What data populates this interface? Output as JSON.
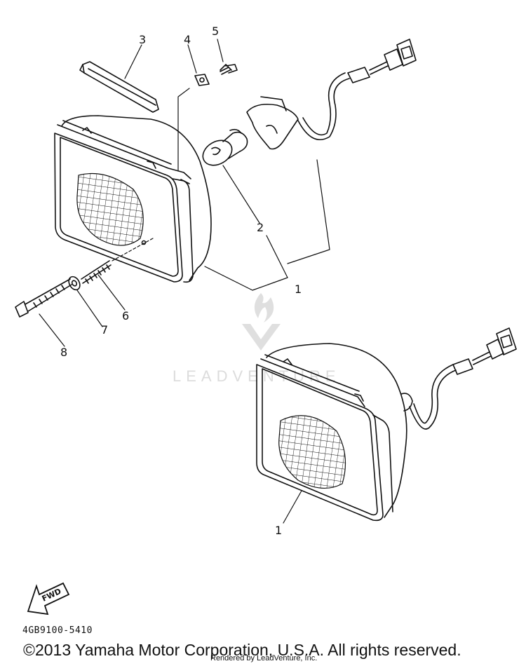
{
  "callouts": {
    "c1a": "1",
    "c1b": "1",
    "c2": "2",
    "c3": "3",
    "c4": "4",
    "c5": "5",
    "c6": "6",
    "c7": "7",
    "c8": "8"
  },
  "fwd_label": "FWD",
  "diagram_code": "4GB9100-5410",
  "copyright": "©2013 Yamaha Motor Corporation, U.S.A. All rights reserved.",
  "rendered_by": "Rendered by LeadVenture, Inc.",
  "watermark": "LEADVENTURE",
  "colors": {
    "line": "#111111",
    "watermark": "#d9d9d9"
  }
}
